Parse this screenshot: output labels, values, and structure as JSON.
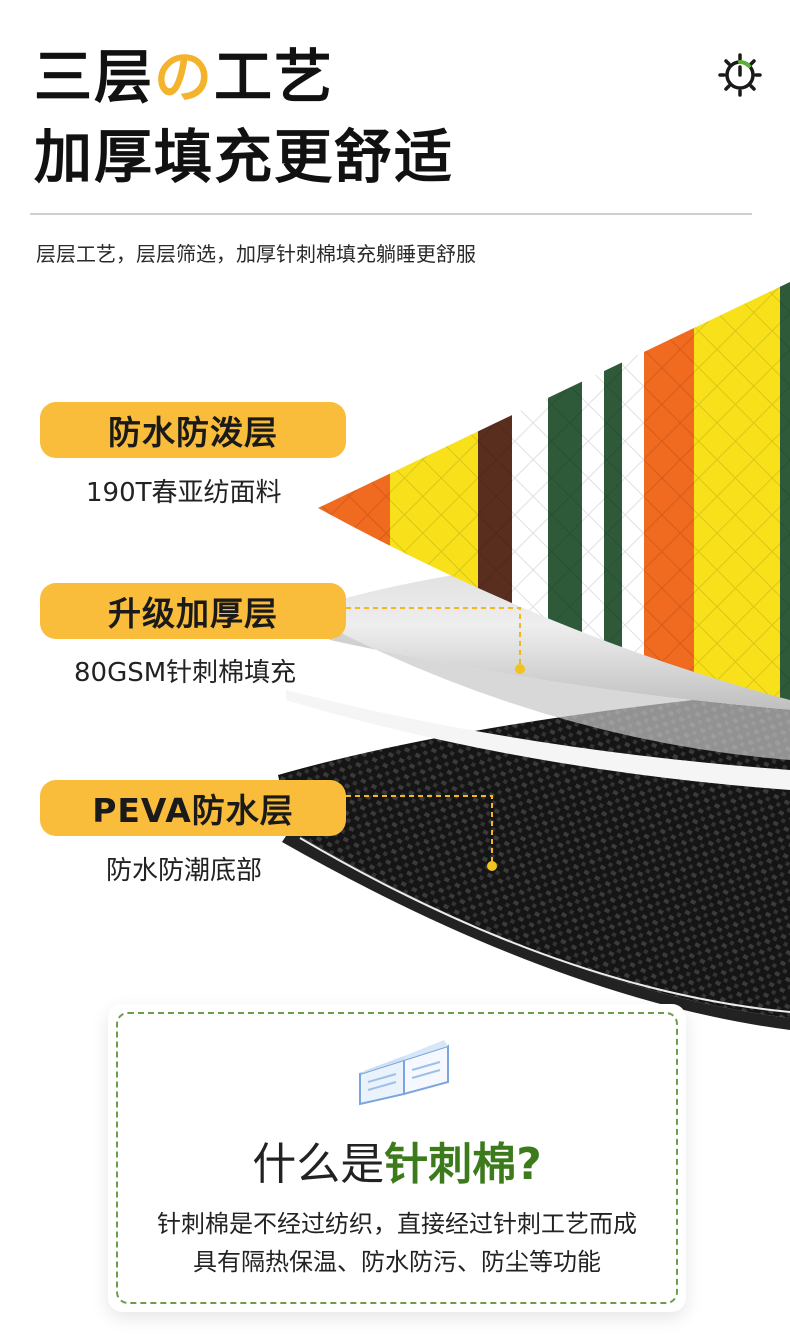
{
  "header": {
    "title_part1": "三层",
    "title_accent": "の",
    "title_part2": "工艺",
    "title_line2": "加厚填充更舒适",
    "subtitle": "层层工艺，层层筛选，加厚针刺棉填充躺睡更舒服",
    "icon": "gear-icon"
  },
  "layers": [
    {
      "label": "防水防泼层",
      "desc": "190T春亚纺面料"
    },
    {
      "label": "升级加厚层",
      "desc": "80GSM针刺棉填充"
    },
    {
      "label": "PEVA防水层",
      "desc": "防水防潮底部"
    }
  ],
  "info": {
    "icon": "book-icon",
    "question_prefix": "什么是",
    "question_accent": "针刺棉?",
    "desc_line1": "针刺棉是不经过纺织，直接经过针刺工艺而成",
    "desc_line2": "具有隔热保温、防水防污、防尘等功能"
  },
  "colors": {
    "accent_yellow": "#f9bd3b",
    "accent_green": "#3c7a1c",
    "stripe_orange": "#f06a1f",
    "stripe_yellow": "#f8e11a",
    "stripe_green": "#2f5a3a",
    "stripe_brown": "#5a2e1f"
  }
}
